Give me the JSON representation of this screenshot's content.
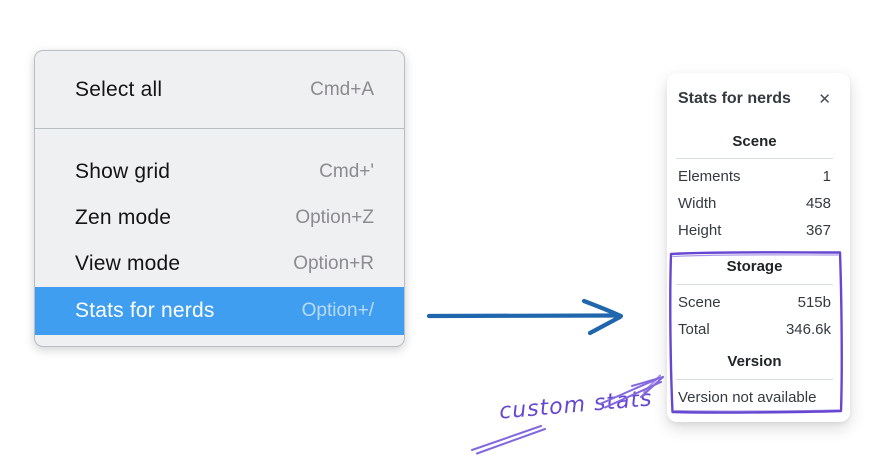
{
  "menu": {
    "items": [
      {
        "label": "Select all",
        "shortcut": "Cmd+A"
      },
      {
        "label": "Show grid",
        "shortcut": "Cmd+'"
      },
      {
        "label": "Zen mode",
        "shortcut": "Option+Z"
      },
      {
        "label": "View mode",
        "shortcut": "Option+R"
      },
      {
        "label": "Stats for nerds",
        "shortcut": "Option+/",
        "highlighted": true
      }
    ],
    "highlight_color": "#3f9ef0"
  },
  "panel": {
    "title": "Stats for nerds",
    "close_icon": "✕",
    "sections": [
      {
        "heading": "Scene",
        "rows": [
          {
            "label": "Elements",
            "value": "1"
          },
          {
            "label": "Width",
            "value": "458"
          },
          {
            "label": "Height",
            "value": "367"
          }
        ]
      },
      {
        "heading": "Storage",
        "rows": [
          {
            "label": "Scene",
            "value": "515b"
          },
          {
            "label": "Total",
            "value": "346.6k"
          }
        ]
      },
      {
        "heading": "Version",
        "note": "Version not available"
      }
    ]
  },
  "annotation": {
    "label": "custom stats",
    "box_color": "#6747d2",
    "arrow_color": "#8468de"
  },
  "flow_arrow_color": "#1f66ad"
}
